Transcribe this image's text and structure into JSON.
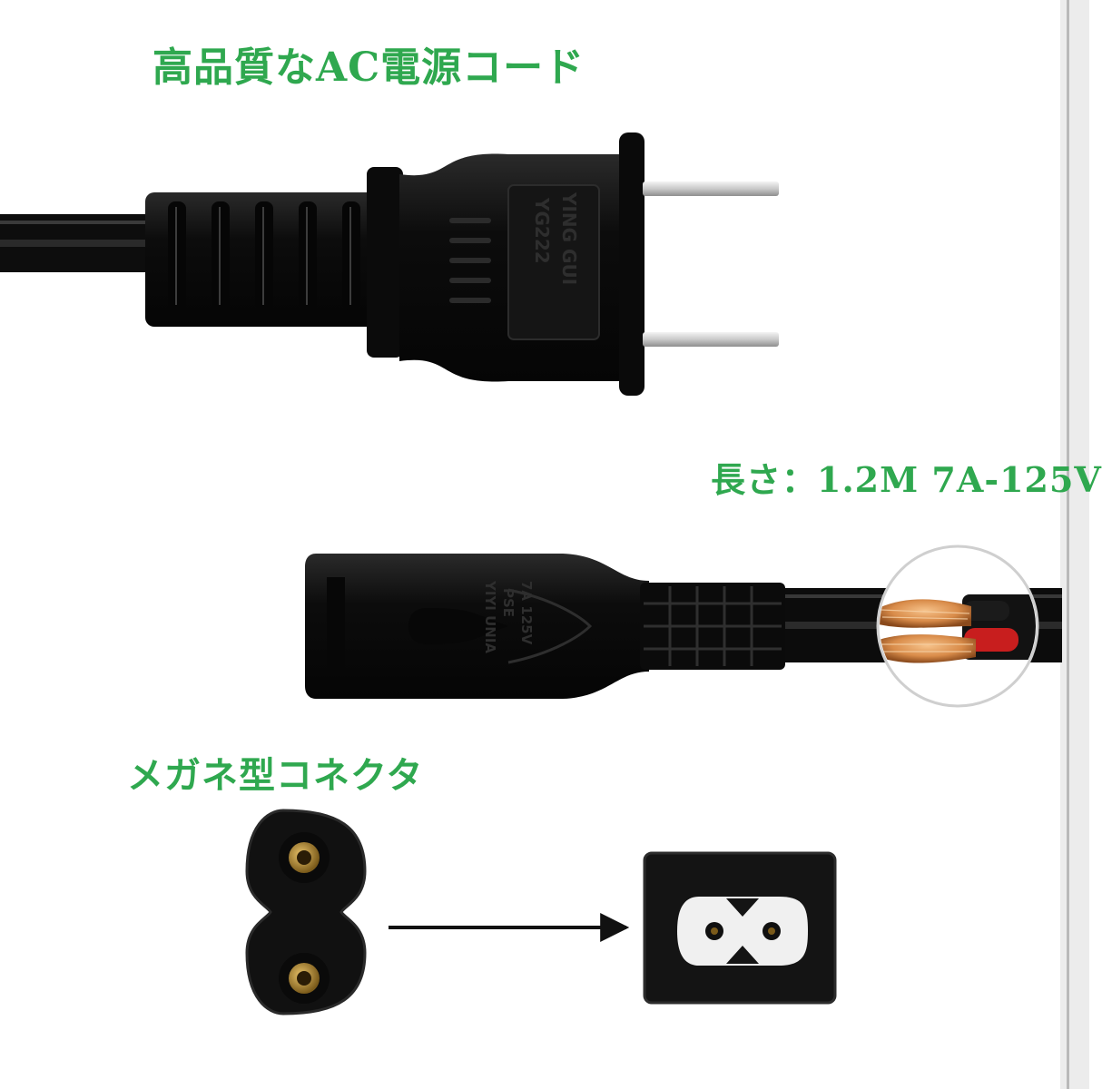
{
  "captions": {
    "title": "高品質なAC電源コード",
    "length": "長さ：1.2M 7A-125V",
    "connector": "メガネ型コネクタ"
  },
  "plug_molding": {
    "line1": "YING GUI",
    "line2": "YG222"
  },
  "connector_molding": {
    "line1": "7A 125V",
    "line2": "PSE",
    "line3": "YIYI UNIA"
  },
  "colors": {
    "caption_green": "#2fa84f",
    "plastic_black": "#121212",
    "copper": "#d98c4a",
    "insulation_red": "#c81e1e"
  },
  "icons": [
    "arrow-right-icon"
  ]
}
